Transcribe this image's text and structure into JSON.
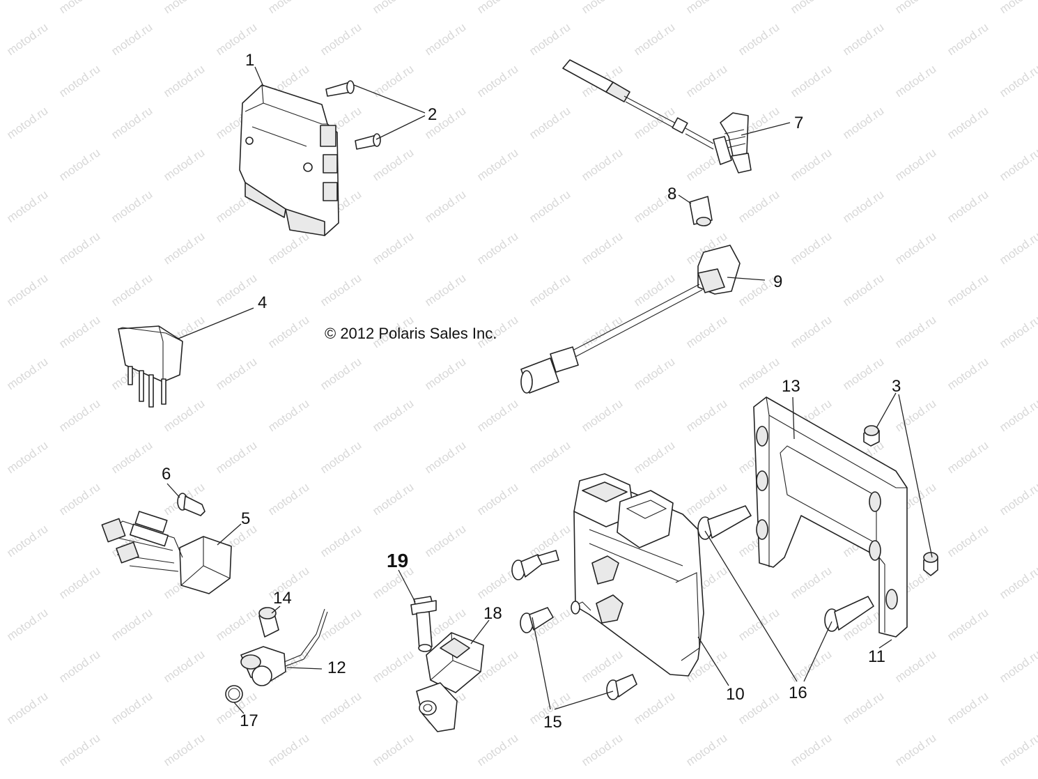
{
  "copyright": "© 2012 Polaris Sales Inc.",
  "watermark": "motod.ru",
  "colors": {
    "line": "#222222",
    "watermark": "#d8d8d8",
    "background": "#ffffff"
  },
  "callouts": {
    "c1": "1",
    "c2": "2",
    "c3": "3",
    "c4": "4",
    "c5": "5",
    "c6": "6",
    "c7": "7",
    "c8": "8",
    "c9": "9",
    "c10": "10",
    "c11": "11",
    "c12": "12",
    "c13": "13",
    "c14": "14",
    "c15": "15",
    "c16": "16",
    "c17": "17",
    "c18": "18",
    "c19": "19"
  }
}
